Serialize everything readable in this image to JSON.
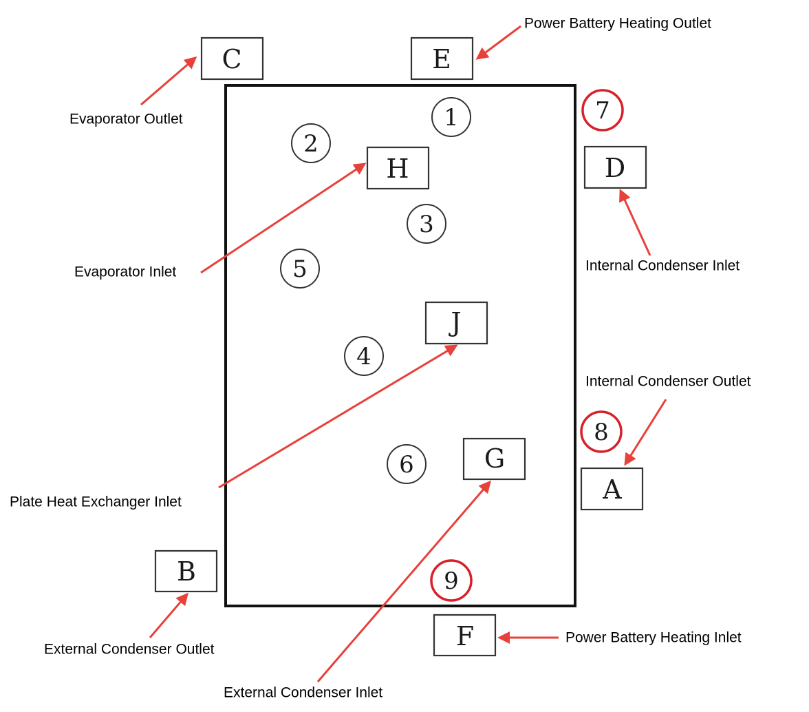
{
  "ports": {
    "A": "A",
    "B": "B",
    "C": "C",
    "D": "D",
    "E": "E",
    "F": "F",
    "G": "G",
    "H": "H",
    "J": "J"
  },
  "circles": {
    "n1": "1",
    "n2": "2",
    "n3": "3",
    "n4": "4",
    "n5": "5",
    "n6": "6",
    "n7": "7",
    "n8": "8",
    "n9": "9"
  },
  "labels": {
    "evaporator_outlet": "Evaporator Outlet",
    "power_battery_heating_outlet": "Power Battery Heating Outlet",
    "evaporator_inlet": "Evaporator Inlet",
    "internal_condenser_inlet": "Internal Condenser Inlet",
    "internal_condenser_outlet": "Internal Condenser Outlet",
    "plate_heat_exchanger_inlet": "Plate Heat Exchanger Inlet",
    "external_condenser_outlet": "External Condenser Outlet",
    "power_battery_heating_inlet": "Power Battery Heating Inlet",
    "external_condenser_inlet": "External Condenser Inlet"
  },
  "colors": {
    "arrow": "#e8403a",
    "highlight_circle": "#d8202a",
    "outline": "#111111"
  }
}
